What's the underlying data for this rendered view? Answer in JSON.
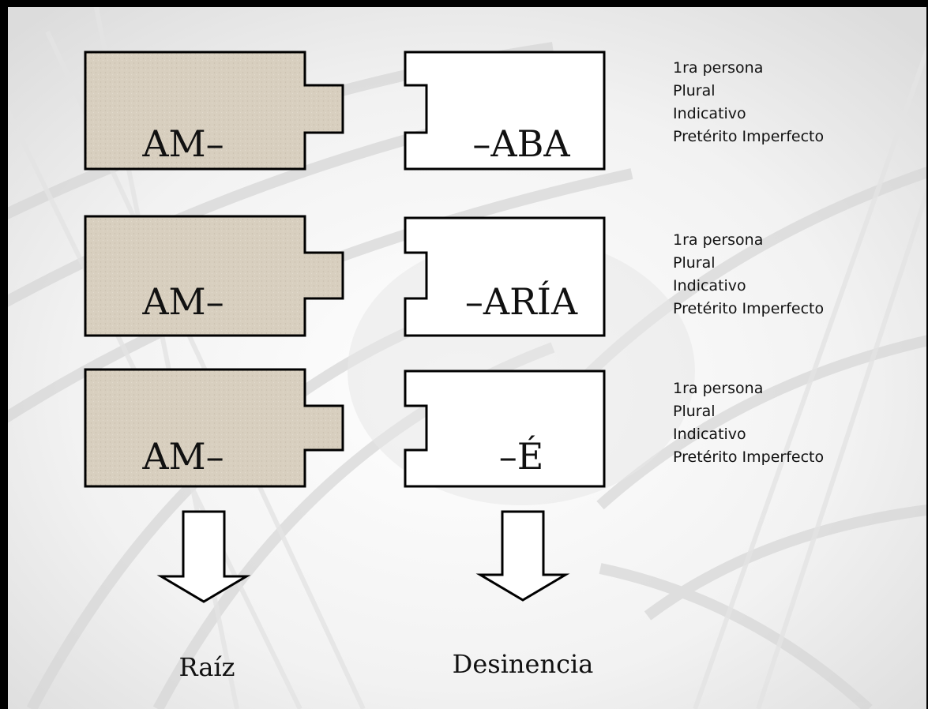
{
  "rows": [
    {
      "root": "AM–",
      "ending": "–ABA",
      "description": [
        "1ra persona",
        "Plural",
        "Indicativo",
        "Pretérito Imperfecto"
      ]
    },
    {
      "root": "AM–",
      "ending": "–ARÍA",
      "description": [
        "1ra persona",
        "Plural",
        "Indicativo",
        "Pretérito Imperfecto"
      ]
    },
    {
      "root": "AM–",
      "ending": "–É",
      "description": [
        "1ra persona",
        "Plural",
        "Indicativo",
        "Pretérito Imperfecto"
      ]
    }
  ],
  "labels": {
    "root": "Raíz",
    "ending": "Desinencia"
  },
  "colors": {
    "root_fill": "#d8cfbf",
    "ending_fill": "#ffffff",
    "outline": "#000000"
  }
}
